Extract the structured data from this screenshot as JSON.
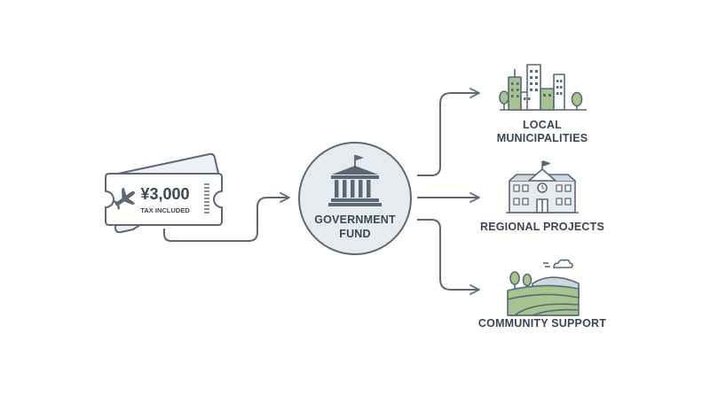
{
  "ticket": {
    "price": "¥3,000",
    "note": "TAX INCLUDED"
  },
  "hub": {
    "line1": "GOVERNMENT",
    "line2": "FUND"
  },
  "destinations": [
    {
      "line1": "LOCAL",
      "line2": "MUNICIPALITIES",
      "icon": "city-skyline-icon"
    },
    {
      "line1": "REGIONAL PROJECTS",
      "icon": "school-building-icon"
    },
    {
      "line1": "COMMUNITY SUPPORT",
      "icon": "rural-landscape-icon"
    }
  ],
  "colors": {
    "stroke": "#5d6875",
    "text": "#3b4654",
    "green": "#a4c490",
    "fill": "#e6ebf0",
    "window": "#cdd7e0"
  }
}
